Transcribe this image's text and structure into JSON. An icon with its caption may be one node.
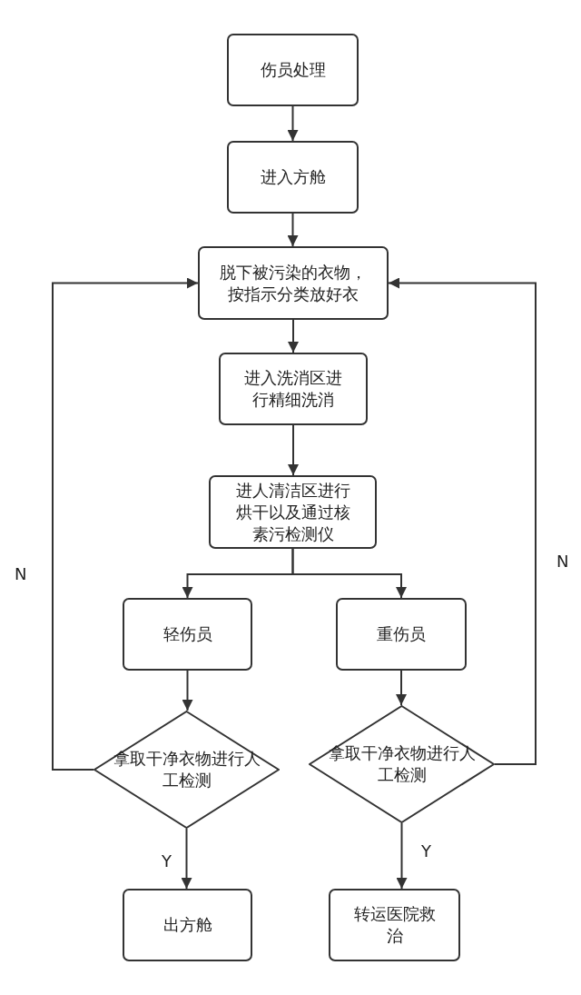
{
  "diagram": {
    "nodes": [
      {
        "text": [
          "伤员处理"
        ]
      },
      {
        "text": [
          "进入方舱"
        ]
      },
      {
        "text": [
          "脱下被污染的衣物，按指示分类放好衣"
        ]
      },
      {
        "text": [
          "进入洗消区进行精细洗消"
        ]
      },
      {
        "text": [
          "进人清洁区进行烘干以及通过核素污检测仪"
        ]
      },
      {
        "text": [
          "轻伤员"
        ]
      },
      {
        "text": [
          "重伤员"
        ]
      },
      {
        "text": [
          "拿取干净衣物进行人工检测"
        ]
      },
      {
        "text": [
          "拿取干净衣物进行人工检测"
        ]
      },
      {
        "text": [
          "出方舱"
        ]
      },
      {
        "text": [
          "转运医院救治"
        ]
      }
    ],
    "edges": [
      {
        "from": 0,
        "to": 1,
        "arrow": "to"
      },
      {
        "from": 1,
        "to": 2,
        "arrow": "to"
      },
      {
        "from": 2,
        "to": 3,
        "arrow": "to"
      },
      {
        "from": 3,
        "to": 4,
        "arrow": "to"
      },
      {
        "from": 4,
        "to": 5,
        "arrow": "to"
      },
      {
        "from": 4,
        "to": 6,
        "arrow": "to"
      },
      {
        "from": 5,
        "to": 7,
        "arrow": "to"
      },
      {
        "from": 6,
        "to": 8,
        "arrow": "to"
      },
      {
        "from": 7,
        "to": 9,
        "arrow": "to",
        "label": "Y"
      },
      {
        "from": 8,
        "to": 10,
        "arrow": "to",
        "label": "Y"
      },
      {
        "from": 7,
        "to": 2,
        "arrow": "to",
        "label": "N"
      },
      {
        "from": 8,
        "to": 2,
        "arrow": "to",
        "label": "N"
      }
    ]
  }
}
